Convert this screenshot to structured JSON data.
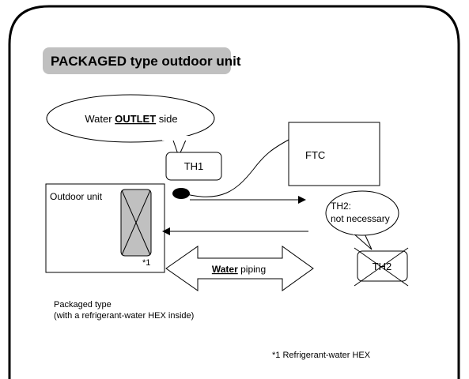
{
  "title": "PACKAGED type outdoor unit",
  "callout_outlet": {
    "prefix": "Water ",
    "emphasis": "OUTLET",
    "suffix": " side"
  },
  "sensor_th1": "TH1",
  "sensor_th2": "TH2",
  "controller": "FTC",
  "outdoor_unit_label": "Outdoor unit",
  "hex_marker": "*1",
  "callout_th2": {
    "line1": "TH2:",
    "line2": "not necessary"
  },
  "water_piping": {
    "emphasis": "Water",
    "suffix": " piping"
  },
  "caption": {
    "line1": "Packaged type",
    "line2": "(with a refrigerant-water HEX inside)"
  },
  "footnote": "*1  Refrigerant-water HEX",
  "colors": {
    "title_band": "#c0c0c0",
    "hex_fill": "#c0c0c0"
  }
}
